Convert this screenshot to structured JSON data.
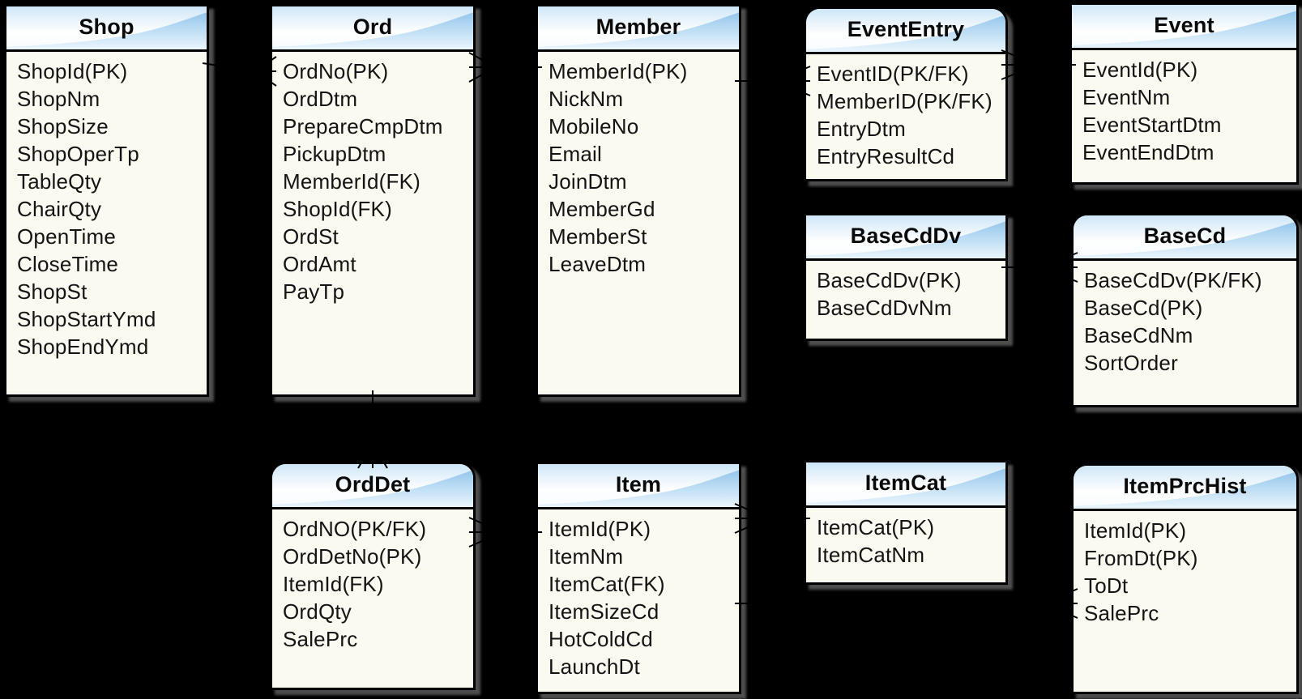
{
  "diagram": {
    "diagram_type": "entity-relationship",
    "colors": {
      "background": "#000000",
      "entity_fill": "#FBFAF1",
      "entity_border": "#000000",
      "header_top_blue": "#CDE6F7",
      "header_wave_blue": "#8FC3EA",
      "shadow": "#4E4E4E",
      "text": "#141414"
    },
    "tables": [
      {
        "name": "Shop",
        "fields": [
          "ShopId(PK)",
          "ShopNm",
          "ShopSize",
          "ShopOperTp",
          "TableQty",
          "ChairQty",
          "OpenTime",
          "CloseTime",
          "ShopSt",
          "ShopStartYmd",
          "ShopEndYmd"
        ]
      },
      {
        "name": "Ord",
        "fields": [
          "OrdNo(PK)",
          "OrdDtm",
          "PrepareCmpDtm",
          "PickupDtm",
          "MemberId(FK)",
          "ShopId(FK)",
          "OrdSt",
          "OrdAmt",
          "PayTp"
        ]
      },
      {
        "name": "Member",
        "fields": [
          "MemberId(PK)",
          "NickNm",
          "MobileNo",
          "Email",
          "JoinDtm",
          "MemberGd",
          "MemberSt",
          "LeaveDtm"
        ]
      },
      {
        "name": "EventEntry",
        "fields": [
          "EventID(PK/FK)",
          "MemberID(PK/FK)",
          "EntryDtm",
          "EntryResultCd"
        ]
      },
      {
        "name": "Event",
        "fields": [
          "EventId(PK)",
          "EventNm",
          "EventStartDtm",
          "EventEndDtm"
        ]
      },
      {
        "name": "BaseCdDv",
        "fields": [
          "BaseCdDv(PK)",
          "BaseCdDvNm"
        ]
      },
      {
        "name": "BaseCd",
        "fields": [
          "BaseCdDv(PK/FK)",
          "BaseCd(PK)",
          "BaseCdNm",
          "SortOrder"
        ]
      },
      {
        "name": "OrdDet",
        "fields": [
          "OrdNO(PK/FK)",
          "OrdDetNo(PK)",
          "ItemId(FK)",
          "OrdQty",
          "SalePrc"
        ]
      },
      {
        "name": "Item",
        "fields": [
          "ItemId(PK)",
          "ItemNm",
          "ItemCat(FK)",
          "ItemSizeCd",
          "HotColdCd",
          "LaunchDt"
        ]
      },
      {
        "name": "ItemCat",
        "fields": [
          "ItemCat(PK)",
          "ItemCatNm"
        ]
      },
      {
        "name": "ItemPrcHist",
        "fields": [
          "ItemId(PK)",
          "FromDt(PK)",
          "ToDt",
          "SalePrc"
        ]
      }
    ],
    "relations": [
      {
        "from": "Shop",
        "to": "Ord"
      },
      {
        "from": "Member",
        "to": "Ord"
      },
      {
        "from": "Ord",
        "to": "OrdDet"
      },
      {
        "from": "Item",
        "to": "OrdDet"
      },
      {
        "from": "ItemCat",
        "to": "Item"
      },
      {
        "from": "Item",
        "to": "ItemPrcHist"
      },
      {
        "from": "Event",
        "to": "EventEntry"
      },
      {
        "from": "Member",
        "to": "EventEntry"
      },
      {
        "from": "BaseCdDv",
        "to": "BaseCd"
      }
    ]
  }
}
